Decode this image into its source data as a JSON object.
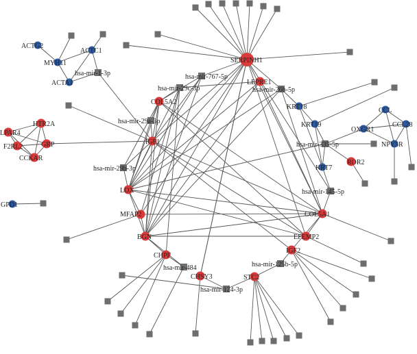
{
  "colors": {
    "red": "#d93a3a",
    "blue": "#2d5aa0",
    "gray": "#6e6e6e",
    "edge": "#555555"
  },
  "nodes": [
    {
      "id": "SERPINH1",
      "label": "SERPINH1",
      "kind": "red"
    },
    {
      "id": "COL5A2",
      "label": "COL5A2",
      "kind": "red"
    },
    {
      "id": "IGF1",
      "label": "IGF1",
      "kind": "red"
    },
    {
      "id": "LOX",
      "label": "LOX",
      "kind": "red"
    },
    {
      "id": "MFAP2",
      "label": "MFAP2",
      "kind": "red"
    },
    {
      "id": "BGN",
      "label": "BGN",
      "kind": "red"
    },
    {
      "id": "CHPF",
      "label": "CHPF",
      "kind": "red"
    },
    {
      "id": "CHSY3",
      "label": "CHSY3",
      "kind": "red"
    },
    {
      "id": "STC2",
      "label": "STC2",
      "kind": "red"
    },
    {
      "id": "IGF2",
      "label": "IGF2",
      "kind": "red"
    },
    {
      "id": "EFEMP2",
      "label": "EFEMP2",
      "kind": "red"
    },
    {
      "id": "COL5A1",
      "label": "COL5A1",
      "kind": "red"
    },
    {
      "id": "LEPRE1",
      "label": "LEPRE1",
      "kind": "red"
    },
    {
      "id": "ROR2",
      "label": "ROR2",
      "kind": "red"
    },
    {
      "id": "HTR2A",
      "label": "HTR2A",
      "kind": "red"
    },
    {
      "id": "LPAR4",
      "label": "LPAR4",
      "kind": "red"
    },
    {
      "id": "F2RL2",
      "label": "F2RL2",
      "kind": "red"
    },
    {
      "id": "GRP",
      "label": "GRP",
      "kind": "red"
    },
    {
      "id": "CCKAR",
      "label": "CCKAR",
      "kind": "red"
    },
    {
      "id": "ACTG2",
      "label": "ACTG2",
      "kind": "blue"
    },
    {
      "id": "MYH11",
      "label": "MYH11",
      "kind": "blue"
    },
    {
      "id": "ACTC1",
      "label": "ACTC1",
      "kind": "blue"
    },
    {
      "id": "ACTA1",
      "label": "ACTA1",
      "kind": "blue"
    },
    {
      "id": "GPD1",
      "label": "GPD1",
      "kind": "blue"
    },
    {
      "id": "KRT18",
      "label": "KRT18",
      "kind": "blue"
    },
    {
      "id": "KRT19",
      "label": "KRT19",
      "kind": "blue"
    },
    {
      "id": "KRT7",
      "label": "KRT7",
      "kind": "blue"
    },
    {
      "id": "CCL",
      "label": "CCL",
      "kind": "blue"
    },
    {
      "id": "OXGR1",
      "label": "OXGR1",
      "kind": "blue"
    },
    {
      "id": "CCL28",
      "label": "CCL28",
      "kind": "blue"
    },
    {
      "id": "NPY5R",
      "label": "NPY5R",
      "kind": "blue"
    },
    {
      "id": "m1",
      "label": "hsa-mir-1-3p",
      "kind": "gray"
    },
    {
      "id": "m767",
      "label": "hsa-mir-767-5p",
      "kind": "gray"
    },
    {
      "id": "m29c",
      "label": "hsa-mir-29c-3p",
      "kind": "gray"
    },
    {
      "id": "m29a",
      "label": "hsa-mir-29a-3p",
      "kind": "gray"
    },
    {
      "id": "m29b",
      "label": "hsa-mir-29b-3p",
      "kind": "gray"
    },
    {
      "id": "m26b",
      "label": "hsa-mir-26b-5p",
      "kind": "gray"
    },
    {
      "id": "m335",
      "label": "hsa-mir-335-5p",
      "kind": "gray"
    },
    {
      "id": "m145",
      "label": "hsa-mir-145-5p",
      "kind": "gray"
    },
    {
      "id": "m484",
      "label": "hsa-mir-484",
      "kind": "gray"
    },
    {
      "id": "m125b",
      "label": "hsa-mir-125b-5p",
      "kind": "gray"
    },
    {
      "id": "m124",
      "label": "hsa-mir-124-3p",
      "kind": "gray"
    }
  ],
  "edges": [
    [
      "ACTG2",
      "MYH11"
    ],
    [
      "MYH11",
      "ACTC1"
    ],
    [
      "MYH11",
      "ACTA1"
    ],
    [
      "ACTC1",
      "ACTA1"
    ],
    [
      "ACTC1",
      "m1"
    ],
    [
      "ACTA1",
      "m1"
    ],
    [
      "m1",
      "IGF1"
    ],
    [
      "HTR2A",
      "LPAR4"
    ],
    [
      "HTR2A",
      "F2RL2"
    ],
    [
      "HTR2A",
      "GRP"
    ],
    [
      "HTR2A",
      "CCKAR"
    ],
    [
      "LPAR4",
      "F2RL2"
    ],
    [
      "LPAR4",
      "GRP"
    ],
    [
      "LPAR4",
      "CCKAR"
    ],
    [
      "F2RL2",
      "GRP"
    ],
    [
      "F2RL2",
      "CCKAR"
    ],
    [
      "GRP",
      "CCKAR"
    ],
    [
      "GRP",
      "IGF1"
    ],
    [
      "KRT18",
      "KRT19"
    ],
    [
      "KRT19",
      "KRT7"
    ],
    [
      "KRT18",
      "KRT7"
    ],
    [
      "KRT19",
      "m335"
    ],
    [
      "KRT7",
      "m335"
    ],
    [
      "KRT7",
      "m145"
    ],
    [
      "CCL",
      "OXGR1"
    ],
    [
      "CCL",
      "CCL28"
    ],
    [
      "CCL",
      "NPY5R"
    ],
    [
      "OXGR1",
      "CCL28"
    ],
    [
      "OXGR1",
      "NPY5R"
    ],
    [
      "CCL28",
      "NPY5R"
    ],
    [
      "OXGR1",
      "m335"
    ],
    [
      "m335",
      "ROR2"
    ],
    [
      "SERPINH1",
      "m767"
    ],
    [
      "SERPINH1",
      "m26b"
    ],
    [
      "SERPINH1",
      "COL5A1"
    ],
    [
      "SERPINH1",
      "m145"
    ],
    [
      "SERPINH1",
      "LOX"
    ],
    [
      "SERPINH1",
      "BGN"
    ],
    [
      "SERPINH1",
      "CHSY3"
    ],
    [
      "SERPINH1",
      "EFEMP2"
    ],
    [
      "SERPINH1",
      "IGF1"
    ],
    [
      "SERPINH1",
      "MFAP2"
    ],
    [
      "m767",
      "COL5A2"
    ],
    [
      "m767",
      "IGF1"
    ],
    [
      "m767",
      "LOX"
    ],
    [
      "m767",
      "BGN"
    ],
    [
      "m29c",
      "COL5A2"
    ],
    [
      "m29c",
      "LOX"
    ],
    [
      "m29c",
      "BGN"
    ],
    [
      "m29c",
      "CHPF"
    ],
    [
      "m29c",
      "MFAP2"
    ],
    [
      "m29a",
      "COL5A2"
    ],
    [
      "m29a",
      "IGF1"
    ],
    [
      "m29a",
      "LOX"
    ],
    [
      "m29b",
      "COL5A2"
    ],
    [
      "m29b",
      "LOX"
    ],
    [
      "m29b",
      "IGF1"
    ],
    [
      "COL5A2",
      "COL5A1"
    ],
    [
      "COL5A2",
      "EFEMP2"
    ],
    [
      "COL5A2",
      "IGF1"
    ],
    [
      "COL5A2",
      "LOX"
    ],
    [
      "COL5A2",
      "BGN"
    ],
    [
      "IGF1",
      "LOX"
    ],
    [
      "IGF1",
      "BGN"
    ],
    [
      "IGF1",
      "EFEMP2"
    ],
    [
      "IGF1",
      "COL5A1"
    ],
    [
      "IGF1",
      "IGF2"
    ],
    [
      "LOX",
      "COL5A1"
    ],
    [
      "LOX",
      "EFEMP2"
    ],
    [
      "LOX",
      "m335"
    ],
    [
      "LOX",
      "BGN"
    ],
    [
      "LOX",
      "MFAP2"
    ],
    [
      "LOX",
      "LEPRE1"
    ],
    [
      "m26b",
      "LOX"
    ],
    [
      "m26b",
      "BGN"
    ],
    [
      "m26b",
      "COL5A1"
    ],
    [
      "m26b",
      "KRT18"
    ],
    [
      "LEPRE1",
      "m29c"
    ],
    [
      "LEPRE1",
      "COL5A1"
    ],
    [
      "LEPRE1",
      "BGN"
    ],
    [
      "MFAP2",
      "BGN"
    ],
    [
      "MFAP2",
      "COL5A1"
    ],
    [
      "BGN",
      "COL5A1"
    ],
    [
      "BGN",
      "EFEMP2"
    ],
    [
      "BGN",
      "CHPF"
    ],
    [
      "BGN",
      "m484"
    ],
    [
      "COL5A1",
      "m145"
    ],
    [
      "COL5A1",
      "IGF2"
    ],
    [
      "COL5A1",
      "EFEMP2"
    ],
    [
      "CHPF",
      "m484"
    ],
    [
      "IGF2",
      "m125b"
    ],
    [
      "m125b",
      "STC2"
    ],
    [
      "STC2",
      "m124"
    ],
    [
      "m124",
      "CHSY3"
    ],
    [
      "CHSY3",
      "SERPINH1"
    ]
  ]
}
